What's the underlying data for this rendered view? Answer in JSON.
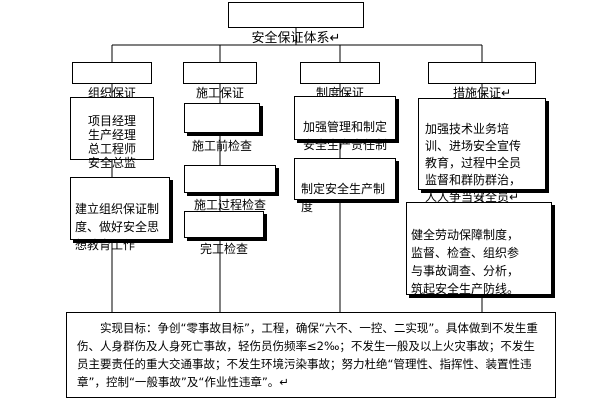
{
  "title": "安全保证体系↵",
  "columns": [
    {
      "header": "组织保证",
      "boxes": [
        "项目经理\n生产经理\n总工程师\n安全总监",
        "建立组织保证制\n度、做好安全思\n想教育工作"
      ]
    },
    {
      "header": "施工保证",
      "boxes": [
        "施工前检查",
        "施工过程检查",
        "完工检查"
      ]
    },
    {
      "header": "制度保证",
      "boxes": [
        "加强管理和制定\n安全生产责任制",
        "制定安全生产制\n度"
      ]
    },
    {
      "header": "措施保证↵",
      "boxes": [
        "加强技术业务培\n训、进场安全宣传\n教育，过程中全员\n监督和群防群治，\n人人争当安全员↵",
        "健全劳动保障制度，\n监督、检查、组织参\n与事故调查、分析，\n筑起安全生产防线。"
      ]
    }
  ],
  "goal": "实现目标：争创“零事故目标”，工程，确保“六不、一控、二实现”。具体做到不发生重伤、人身群伤及人身死亡事故，轻伤员伤频率≤2‰；不发生一般及以上火灾事故；不发生员主要责任的重大交通事故；不发生环境污染事故；努力杜绝“管理性、指挥性、装置性违章”，控制“一般事故”及“作业性违章”。↵"
}
